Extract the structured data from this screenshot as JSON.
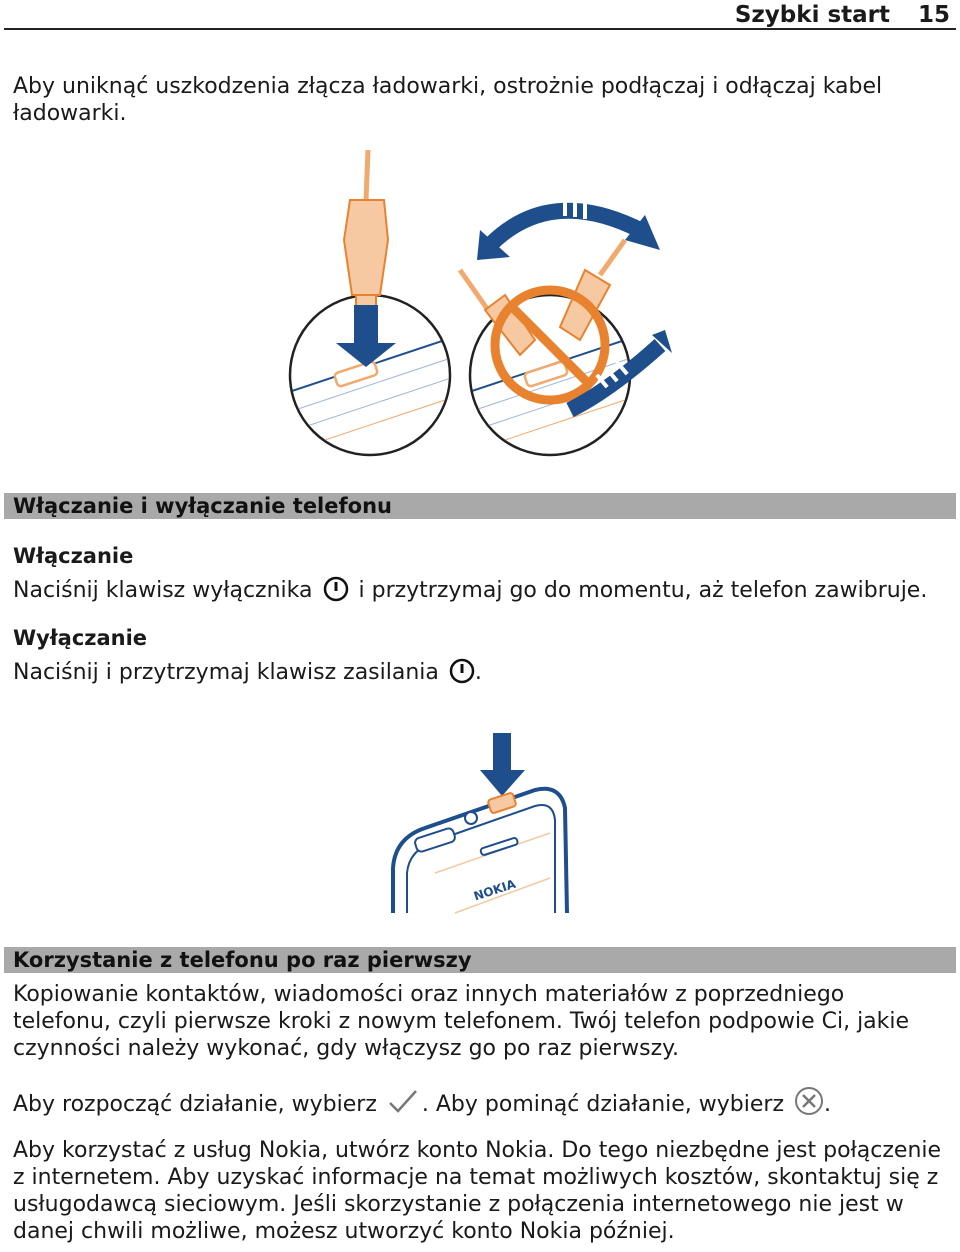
{
  "header": {
    "title": "Szybki start",
    "page_number": "15"
  },
  "charger_warning": "Aby uniknąć uszkodzenia złącza ładowarki, ostrożnie podłączaj i odłączaj kabel ładowarki.",
  "power_section": {
    "title": "Włączanie i wyłączanie telefonu",
    "on_heading": "Włączanie",
    "on_text_before": "Naciśnij klawisz wyłącznika",
    "on_text_after": "i przytrzymaj go do momentu, aż telefon zawibruje.",
    "off_heading": "Wyłączanie",
    "off_text_before": "Naciśnij i przytrzymaj klawisz zasilania",
    "off_text_after": "."
  },
  "phone_brand": "NOKIA",
  "first_use_section": {
    "title": "Korzystanie z telefonu po raz pierwszy",
    "intro": "Kopiowanie kontaktów, wiadomości oraz innych materiałów z poprzedniego telefonu, czyli pierwsze kroki z nowym telefonem. Twój telefon podpowie Ci, jakie czynności należy wykonać, gdy włączysz go po raz pierwszy.",
    "start_text": "Aby rozpocząć działanie, wybierz",
    "skip_text": ". Aby pominąć działanie, wybierz",
    "skip_end": ".",
    "account_text": "Aby korzystać z usług Nokia, utwórz konto Nokia. Do tego niezbędne jest połączenie z internetem. Aby uzyskać informacje na temat możliwych kosztów, skontaktuj się z usługodawcą sieciowym. Jeśli skorzystanie z połączenia internetowego nie jest w danej chwili możliwe, możesz utworzyć konto Nokia później."
  },
  "icons": {
    "power": "power-key-icon",
    "check": "checkmark-icon",
    "close": "close-x-icon"
  },
  "colors": {
    "section_bar": "#a9a9a9",
    "arrow_blue": "#1f4e8c",
    "connector_orange": "#f2a96e",
    "prohibit_orange": "#e8822f"
  }
}
